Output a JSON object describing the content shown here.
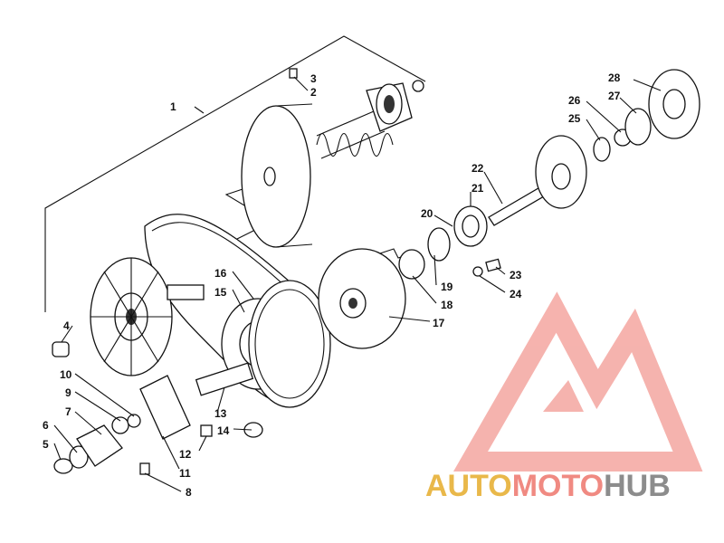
{
  "diagram": {
    "callouts": [
      "1",
      "2",
      "3",
      "4",
      "5",
      "6",
      "7",
      "8",
      "9",
      "10",
      "11",
      "12",
      "13",
      "14",
      "15",
      "16",
      "17",
      "18",
      "19",
      "20",
      "21",
      "22",
      "23",
      "24",
      "25",
      "26",
      "27",
      "28"
    ]
  },
  "watermark": {
    "part1": "AUTO",
    "part2": "MOTO",
    "part3": "HUB",
    "colors": {
      "auto": "#e9b84a",
      "moto": "#f08a82",
      "hub": "#8c8c8c",
      "logo": "#f4a6a0"
    }
  }
}
